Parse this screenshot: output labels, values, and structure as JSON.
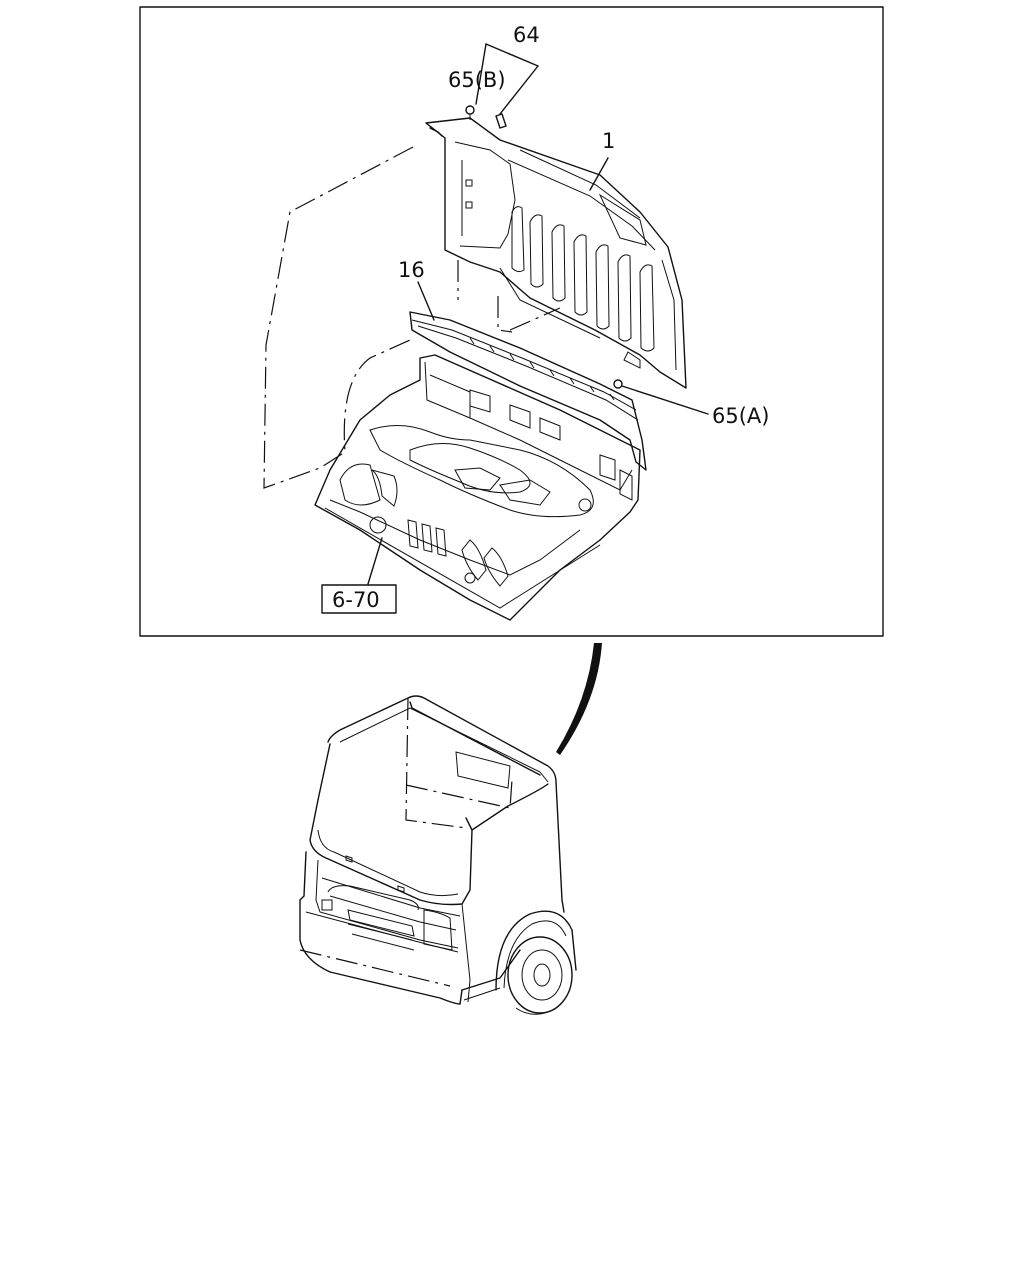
{
  "labels": {
    "part_64": "64",
    "part_65b": "65(B)",
    "part_1": "1",
    "part_16": "16",
    "part_65a": "65(A)",
    "ref_6_70": "6-70"
  }
}
